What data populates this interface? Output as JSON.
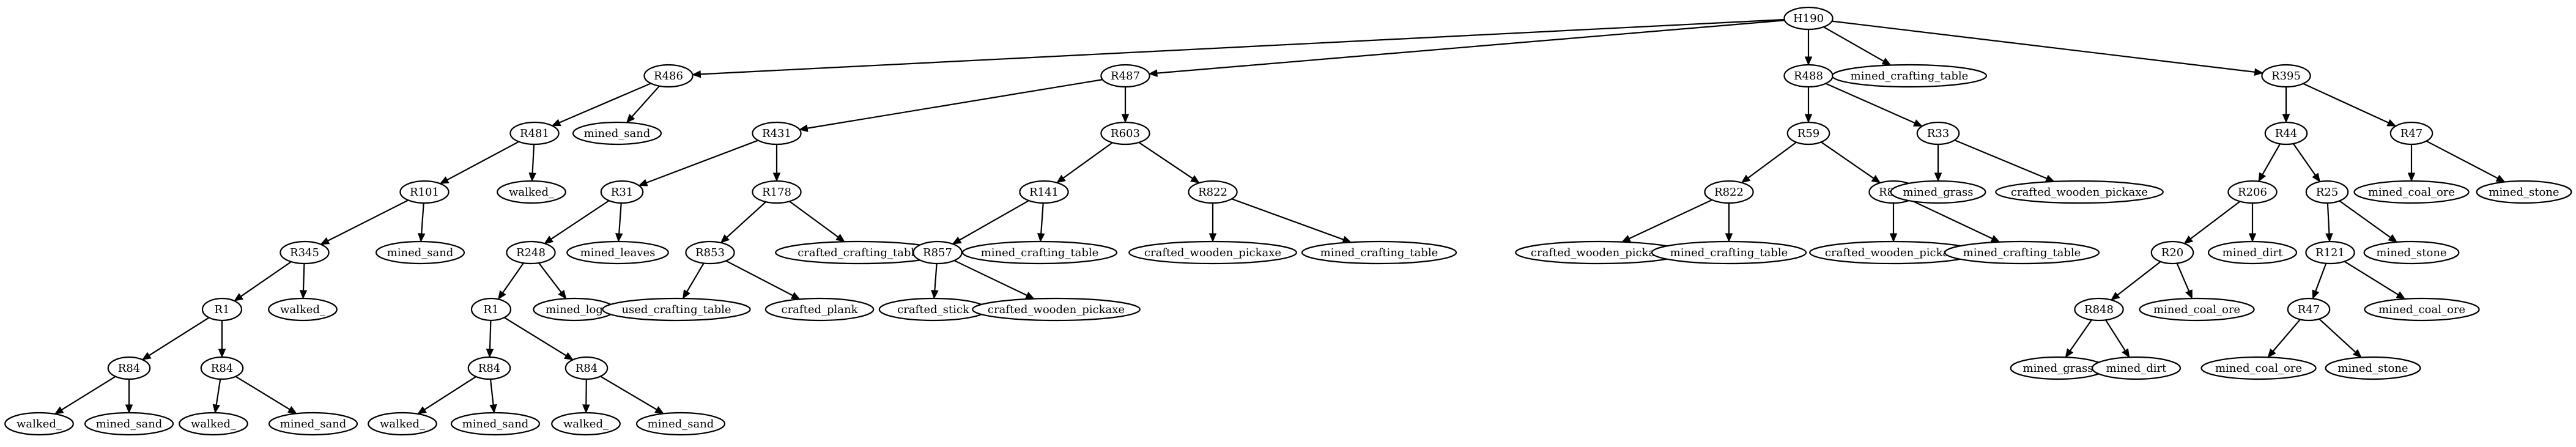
{
  "graph": {
    "directed": true,
    "nodes": [
      {
        "id": "H190",
        "label": "H190"
      },
      {
        "id": "R486",
        "label": "R486"
      },
      {
        "id": "R487",
        "label": "R487"
      },
      {
        "id": "R488",
        "label": "R488"
      },
      {
        "id": "L_h190_mct",
        "label": "mined_crafting_table"
      },
      {
        "id": "R395",
        "label": "R395"
      },
      {
        "id": "R481",
        "label": "R481"
      },
      {
        "id": "L_r486_sand",
        "label": "mined_sand"
      },
      {
        "id": "R101",
        "label": "R101"
      },
      {
        "id": "L_r481_walked",
        "label": "walked_"
      },
      {
        "id": "R345",
        "label": "R345"
      },
      {
        "id": "L_r101_sand",
        "label": "mined_sand"
      },
      {
        "id": "R1a",
        "label": "R1"
      },
      {
        "id": "L_r345_walked",
        "label": "walked_"
      },
      {
        "id": "R84a",
        "label": "R84"
      },
      {
        "id": "R84b",
        "label": "R84"
      },
      {
        "id": "L_r84a_walked",
        "label": "walked_"
      },
      {
        "id": "L_r84a_sand",
        "label": "mined_sand"
      },
      {
        "id": "L_r84b_walked",
        "label": "walked_"
      },
      {
        "id": "L_r84b_sand",
        "label": "mined_sand"
      },
      {
        "id": "R431",
        "label": "R431"
      },
      {
        "id": "R603",
        "label": "R603"
      },
      {
        "id": "R31",
        "label": "R31"
      },
      {
        "id": "R178",
        "label": "R178"
      },
      {
        "id": "R248",
        "label": "R248"
      },
      {
        "id": "L_r31_leaves",
        "label": "mined_leaves"
      },
      {
        "id": "R1b",
        "label": "R1"
      },
      {
        "id": "L_r248_log",
        "label": "mined_log"
      },
      {
        "id": "R84c",
        "label": "R84"
      },
      {
        "id": "R84d",
        "label": "R84"
      },
      {
        "id": "L_r84c_walked",
        "label": "walked_"
      },
      {
        "id": "L_r84c_sand",
        "label": "mined_sand"
      },
      {
        "id": "L_r84d_walked",
        "label": "walked_"
      },
      {
        "id": "L_r84d_sand",
        "label": "mined_sand"
      },
      {
        "id": "R853",
        "label": "R853"
      },
      {
        "id": "L_r178_cct",
        "label": "crafted_crafting_table"
      },
      {
        "id": "L_r853_uct",
        "label": "used_crafting_table"
      },
      {
        "id": "L_r853_plank",
        "label": "crafted_plank"
      },
      {
        "id": "R141",
        "label": "R141"
      },
      {
        "id": "R822a",
        "label": "R822"
      },
      {
        "id": "R857",
        "label": "R857"
      },
      {
        "id": "L_r141_mct",
        "label": "mined_crafting_table"
      },
      {
        "id": "L_r857_stick",
        "label": "crafted_stick"
      },
      {
        "id": "L_r857_cwp",
        "label": "crafted_wooden_pickaxe"
      },
      {
        "id": "L_r822a_cwp",
        "label": "crafted_wooden_pickaxe"
      },
      {
        "id": "L_r822a_mct",
        "label": "mined_crafting_table"
      },
      {
        "id": "R59",
        "label": "R59"
      },
      {
        "id": "R33",
        "label": "R33"
      },
      {
        "id": "R822b",
        "label": "R822"
      },
      {
        "id": "R822c",
        "label": "R822"
      },
      {
        "id": "L_r822b_cwp",
        "label": "crafted_wooden_pickaxe"
      },
      {
        "id": "L_r822b_mct",
        "label": "mined_crafting_table"
      },
      {
        "id": "L_r822c_cwp",
        "label": "crafted_wooden_pickaxe"
      },
      {
        "id": "L_r822c_mct",
        "label": "mined_crafting_table"
      },
      {
        "id": "L_r33_grass",
        "label": "mined_grass"
      },
      {
        "id": "L_r33_cwp",
        "label": "crafted_wooden_pickaxe"
      },
      {
        "id": "R44",
        "label": "R44"
      },
      {
        "id": "R47a",
        "label": "R47"
      },
      {
        "id": "L_r47a_coal",
        "label": "mined_coal_ore"
      },
      {
        "id": "L_r47a_stone",
        "label": "mined_stone"
      },
      {
        "id": "R206",
        "label": "R206"
      },
      {
        "id": "R25",
        "label": "R25"
      },
      {
        "id": "R20",
        "label": "R20"
      },
      {
        "id": "L_r206_dirt",
        "label": "mined_dirt"
      },
      {
        "id": "R848",
        "label": "R848"
      },
      {
        "id": "L_r20_coal",
        "label": "mined_coal_ore"
      },
      {
        "id": "L_r848_grass",
        "label": "mined_grass"
      },
      {
        "id": "L_r848_dirt",
        "label": "mined_dirt"
      },
      {
        "id": "R121",
        "label": "R121"
      },
      {
        "id": "L_r25_stone",
        "label": "mined_stone"
      },
      {
        "id": "R47b",
        "label": "R47"
      },
      {
        "id": "L_r121_coal",
        "label": "mined_coal_ore"
      },
      {
        "id": "L_r47b_coal",
        "label": "mined_coal_ore"
      },
      {
        "id": "L_r47b_stone",
        "label": "mined_stone"
      }
    ],
    "edges": [
      [
        "H190",
        "R486"
      ],
      [
        "H190",
        "R487"
      ],
      [
        "H190",
        "R488"
      ],
      [
        "H190",
        "L_h190_mct"
      ],
      [
        "H190",
        "R395"
      ],
      [
        "R486",
        "R481"
      ],
      [
        "R486",
        "L_r486_sand"
      ],
      [
        "R481",
        "R101"
      ],
      [
        "R481",
        "L_r481_walked"
      ],
      [
        "R101",
        "R345"
      ],
      [
        "R101",
        "L_r101_sand"
      ],
      [
        "R345",
        "R1a"
      ],
      [
        "R345",
        "L_r345_walked"
      ],
      [
        "R1a",
        "R84a"
      ],
      [
        "R1a",
        "R84b"
      ],
      [
        "R84a",
        "L_r84a_walked"
      ],
      [
        "R84a",
        "L_r84a_sand"
      ],
      [
        "R84b",
        "L_r84b_walked"
      ],
      [
        "R84b",
        "L_r84b_sand"
      ],
      [
        "R487",
        "R431"
      ],
      [
        "R487",
        "R603"
      ],
      [
        "R431",
        "R31"
      ],
      [
        "R431",
        "R178"
      ],
      [
        "R31",
        "R248"
      ],
      [
        "R31",
        "L_r31_leaves"
      ],
      [
        "R248",
        "R1b"
      ],
      [
        "R248",
        "L_r248_log"
      ],
      [
        "R1b",
        "R84c"
      ],
      [
        "R1b",
        "R84d"
      ],
      [
        "R84c",
        "L_r84c_walked"
      ],
      [
        "R84c",
        "L_r84c_sand"
      ],
      [
        "R84d",
        "L_r84d_walked"
      ],
      [
        "R84d",
        "L_r84d_sand"
      ],
      [
        "R178",
        "R853"
      ],
      [
        "R178",
        "L_r178_cct"
      ],
      [
        "R853",
        "L_r853_uct"
      ],
      [
        "R853",
        "L_r853_plank"
      ],
      [
        "R603",
        "R141"
      ],
      [
        "R603",
        "R822a"
      ],
      [
        "R141",
        "R857"
      ],
      [
        "R141",
        "L_r141_mct"
      ],
      [
        "R857",
        "L_r857_stick"
      ],
      [
        "R857",
        "L_r857_cwp"
      ],
      [
        "R822a",
        "L_r822a_cwp"
      ],
      [
        "R822a",
        "L_r822a_mct"
      ],
      [
        "R488",
        "R59"
      ],
      [
        "R488",
        "R33"
      ],
      [
        "R59",
        "R822b"
      ],
      [
        "R59",
        "R822c"
      ],
      [
        "R822b",
        "L_r822b_cwp"
      ],
      [
        "R822b",
        "L_r822b_mct"
      ],
      [
        "R822c",
        "L_r822c_cwp"
      ],
      [
        "R822c",
        "L_r822c_mct"
      ],
      [
        "R33",
        "L_r33_grass"
      ],
      [
        "R33",
        "L_r33_cwp"
      ],
      [
        "R395",
        "R44"
      ],
      [
        "R395",
        "R47a"
      ],
      [
        "R47a",
        "L_r47a_coal"
      ],
      [
        "R47a",
        "L_r47a_stone"
      ],
      [
        "R44",
        "R206"
      ],
      [
        "R44",
        "R25"
      ],
      [
        "R206",
        "R20"
      ],
      [
        "R206",
        "L_r206_dirt"
      ],
      [
        "R20",
        "R848"
      ],
      [
        "R20",
        "L_r20_coal"
      ],
      [
        "R848",
        "L_r848_grass"
      ],
      [
        "R848",
        "L_r848_dirt"
      ],
      [
        "R25",
        "R121"
      ],
      [
        "R25",
        "L_r25_stone"
      ],
      [
        "R121",
        "R47b"
      ],
      [
        "R121",
        "L_r121_coal"
      ],
      [
        "R47b",
        "L_r47b_coal"
      ],
      [
        "R47b",
        "L_r47b_stone"
      ]
    ]
  }
}
